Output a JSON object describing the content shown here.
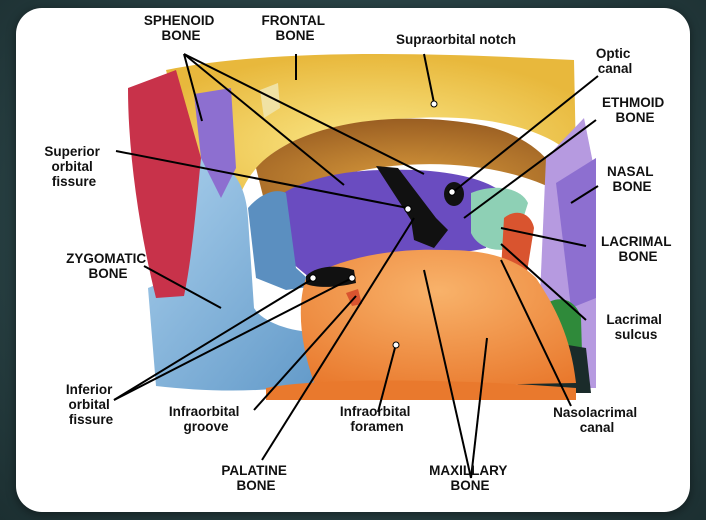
{
  "labels": {
    "sphenoid_bone": [
      "SPHENOID",
      "BONE"
    ],
    "frontal_bone": [
      "FRONTAL",
      "BONE"
    ],
    "supraorbital_notch": [
      "Supraorbital notch"
    ],
    "optic_canal": [
      "Optic",
      "canal"
    ],
    "ethmoid_bone": [
      "ETHMOID",
      "BONE"
    ],
    "nasal_bone": [
      "NASAL",
      "BONE"
    ],
    "lacrimal_bone": [
      "LACRIMAL",
      "BONE"
    ],
    "lacrimal_sulcus": [
      "Lacrimal",
      "sulcus"
    ],
    "nasolacrimal_canal": [
      "Nasolacrimal",
      "canal"
    ],
    "maxillary_bone": [
      "MAXILLARY",
      "BONE"
    ],
    "infraorbital_foramen": [
      "Infraorbital",
      "foramen"
    ],
    "palatine_bone": [
      "PALATINE",
      "BONE"
    ],
    "infraorbital_groove": [
      "Infraorbital",
      "groove"
    ],
    "inferior_orbital_fissure": [
      "Inferior",
      "orbital",
      "fissure"
    ],
    "zygomatic_bone": [
      "ZYGOMATIC",
      "BONE"
    ],
    "superior_orbital_fissure": [
      "Superior",
      "orbital",
      "fissure"
    ]
  },
  "colors": {
    "background": "#2a4346",
    "frontal": "#f4d35e",
    "sphenoid": "#7b5cc7",
    "zygomatic": "#7fb3dc",
    "maxillary": "#f3964a",
    "red_bone": "#c8324a",
    "ethmoid": "#8ed0b5",
    "lacrimal": "#d9542f",
    "nasal": "#8d6fd0",
    "green": "#2f8a3a",
    "fissure": "#111111"
  }
}
